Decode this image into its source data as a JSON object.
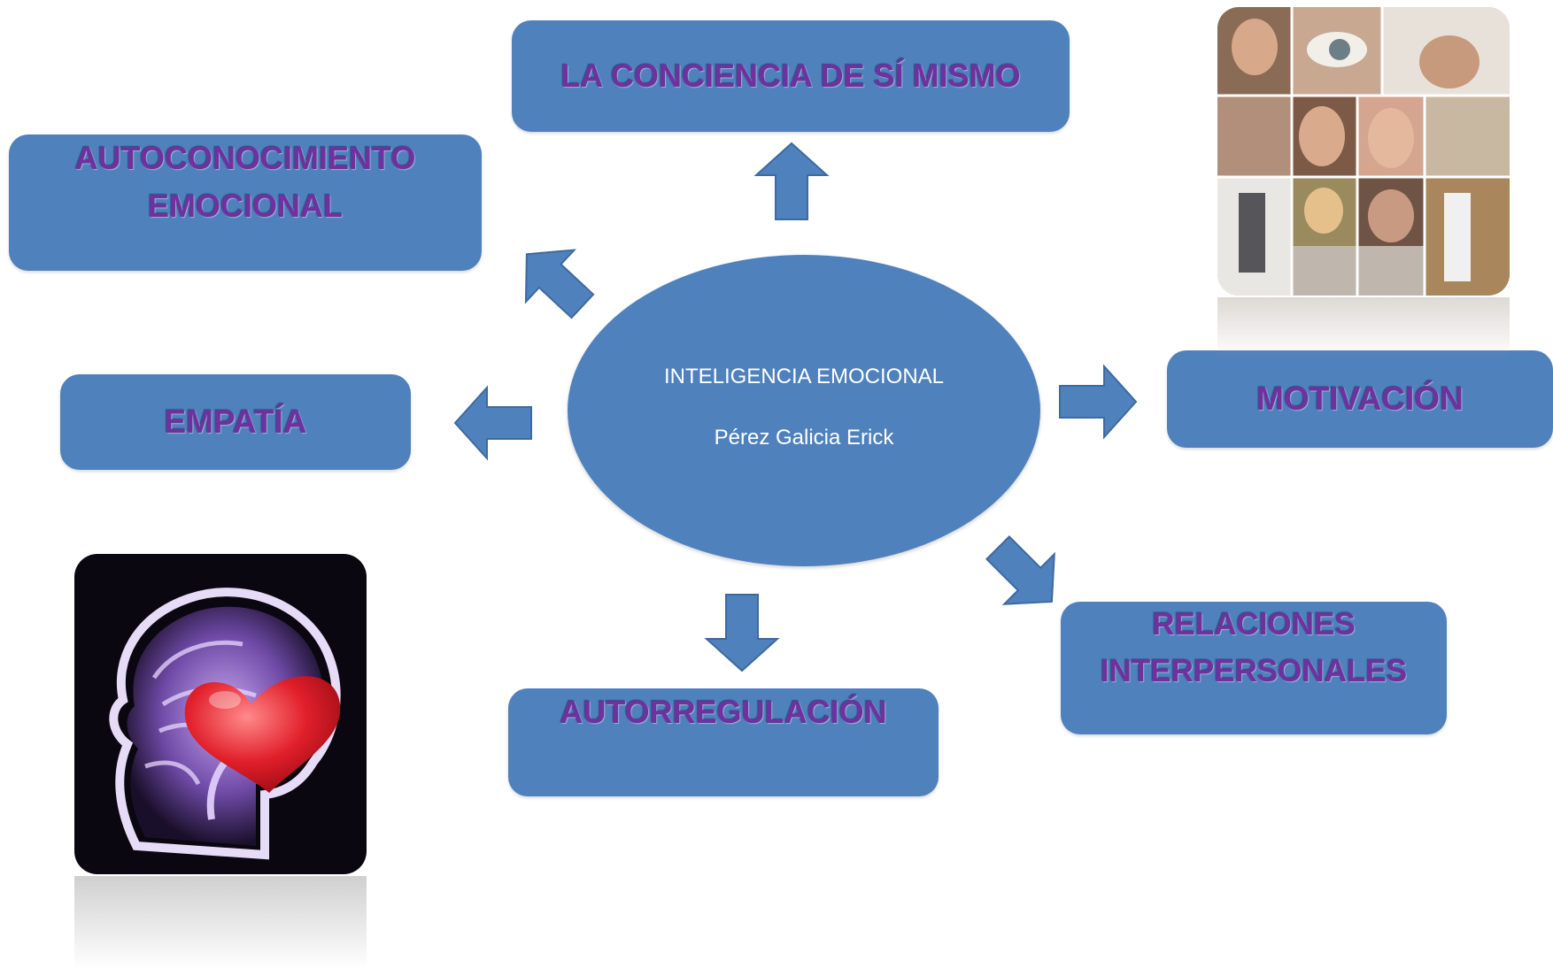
{
  "center": {
    "title": "INTELIGENCIA EMOCIONAL",
    "author": "Pérez Galicia Erick"
  },
  "nodes": {
    "top": "LA CONCIENCIA DE SÍ MISMO",
    "top_left_line1": "AUTOCONOCIMIENTO",
    "top_left_line2": "EMOCIONAL",
    "left": "EMPATÍA",
    "right": "MOTIVACIÓN",
    "bottom_right_line1": "RELACIONES",
    "bottom_right_line2": "INTERPERSONALES",
    "bottom": "AUTORREGULACIÓN"
  },
  "colors": {
    "shape_fill": "#4f81bd",
    "node_text": "#7030a0",
    "center_text": "#ffffff"
  },
  "images": {
    "collage": "faces-collage-photo",
    "brain": "mri-brain-heart-photo"
  }
}
